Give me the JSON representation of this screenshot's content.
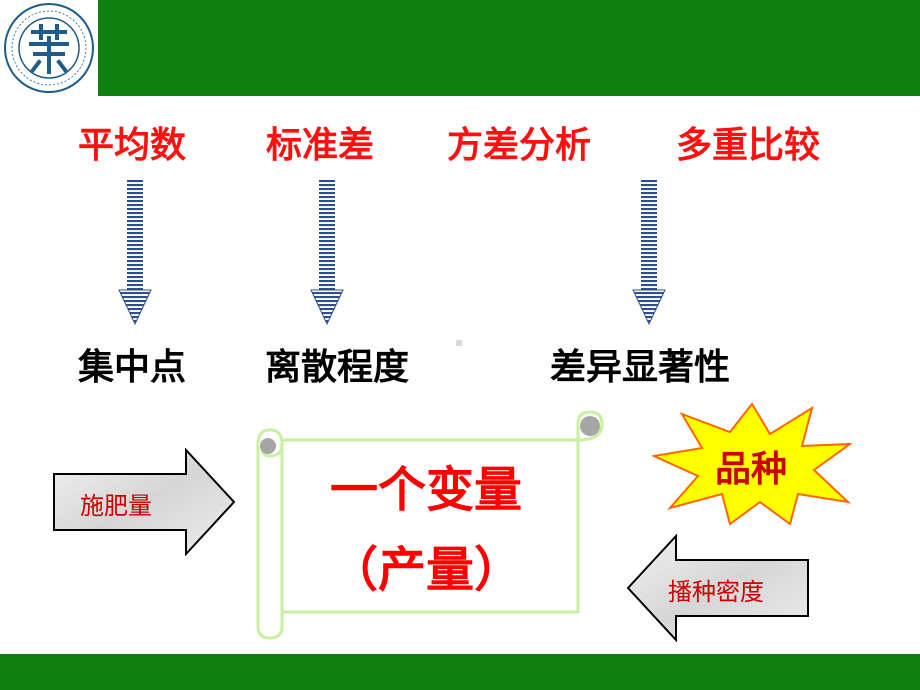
{
  "header": {
    "logo_icon": "university-seal-icon",
    "bar_color": "#0f7f0f"
  },
  "terms": [
    "平均数",
    "标准差",
    "方差分析",
    "多重比较"
  ],
  "concepts": [
    "集中点",
    "离散程度",
    "差异显著性"
  ],
  "center": {
    "line1": "一个变量",
    "line2": "（产量）"
  },
  "left_arrow": {
    "label": "施肥量"
  },
  "right_arrow": {
    "label": "播种密度"
  },
  "star": {
    "label": "品种"
  },
  "colors": {
    "term_red": "#ff1010",
    "arrow_blue": "#3b5b9a",
    "star_yellow": "#ffff00",
    "scroll_border": "#c8f0a0"
  }
}
